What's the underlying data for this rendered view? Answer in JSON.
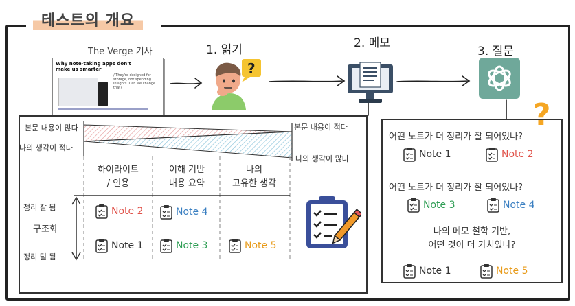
{
  "title": "테스트의 개요",
  "steps": {
    "read": "1. 읽기",
    "memo": "2. 메모",
    "question": "3. 질문"
  },
  "article": {
    "source_label": "The Verge 기사",
    "headline": "Why note-taking apps don't make us smarter",
    "sidebar_text": "/ They're designed for storage, not spending insights. Can we change that?"
  },
  "left_panel": {
    "gradient_top_left": "본문 내용이 많다",
    "gradient_bottom_left": "나의 생각이 적다",
    "gradient_top_right": "본문 내용이 적다",
    "gradient_bottom_right": "나의 생각이 많다",
    "columns": [
      "하이라이트\n/ 인용",
      "이해 기반\n내용 요약",
      "나의\n고유한 생각"
    ],
    "axis_top": "정리 잘 됨",
    "axis_mid": "구조화",
    "axis_bottom": "정리 덜 됨",
    "notes": [
      {
        "label": "Note 2",
        "color": "#e0524a"
      },
      {
        "label": "Note 4",
        "color": "#3a7fc1"
      },
      {
        "label": "Note 1",
        "color": "#333333"
      },
      {
        "label": "Note 3",
        "color": "#2f9e55"
      },
      {
        "label": "Note 5",
        "color": "#e89b1a"
      }
    ]
  },
  "right_panel": {
    "q1": "어떤 노트가 더 정리가 잘 되어있나?",
    "q1_notes": [
      "Note 1",
      "Note 2"
    ],
    "q2": "어떤 노트가 더 정리가 잘 되어있나?",
    "q2_notes": [
      "Note 3",
      "Note 4"
    ],
    "q3_line1": "나의 메모 철학 기반,",
    "q3_line2": "어떤 것이 더 가치있나?",
    "q3_notes": [
      "Note 1",
      "Note 5"
    ]
  },
  "colors": {
    "red": "#e0524a",
    "blue": "#3a7fc1",
    "green": "#2f9e55",
    "orange": "#e89b1a",
    "gpt_green": "#6fa89a"
  }
}
